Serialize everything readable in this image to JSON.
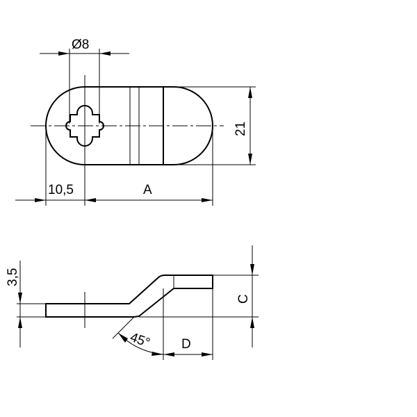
{
  "drawing": {
    "top_view": {
      "dimensions": {
        "diameter": "Ø8",
        "width": "21",
        "offset": "10,5",
        "length": "A"
      }
    },
    "side_view": {
      "dimensions": {
        "thickness": "3,5",
        "height": "C",
        "angle": "45°",
        "tab_length": "D"
      }
    }
  }
}
